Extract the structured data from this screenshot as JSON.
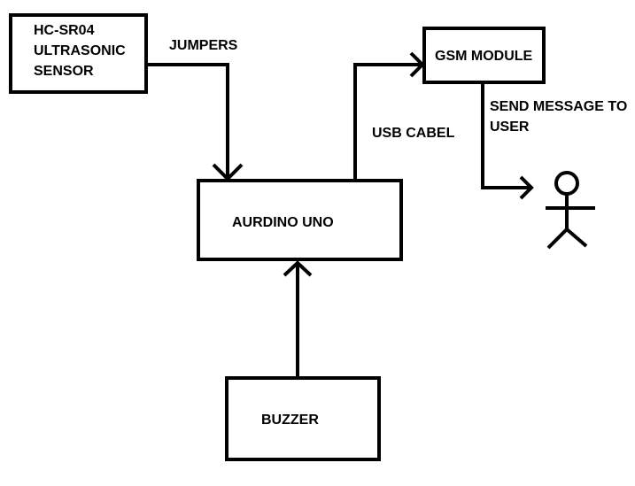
{
  "blocks": {
    "sensor": {
      "lines": [
        "HC-SR04",
        "ULTRASONIC",
        "SENSOR"
      ]
    },
    "arduino": {
      "label": "AURDINO UNO"
    },
    "gsm": {
      "label": "GSM MODULE"
    },
    "buzzer": {
      "label": "BUZZER"
    }
  },
  "connections": {
    "jumpers": "JUMPERS",
    "usb": "USB CABEL",
    "send_message": [
      "SEND MESSAGE TO",
      "USER"
    ]
  },
  "colors": {
    "stroke": "#000000",
    "background": "#ffffff",
    "text": "#000000"
  },
  "icons": {
    "user": "stick-figure-user-icon"
  }
}
